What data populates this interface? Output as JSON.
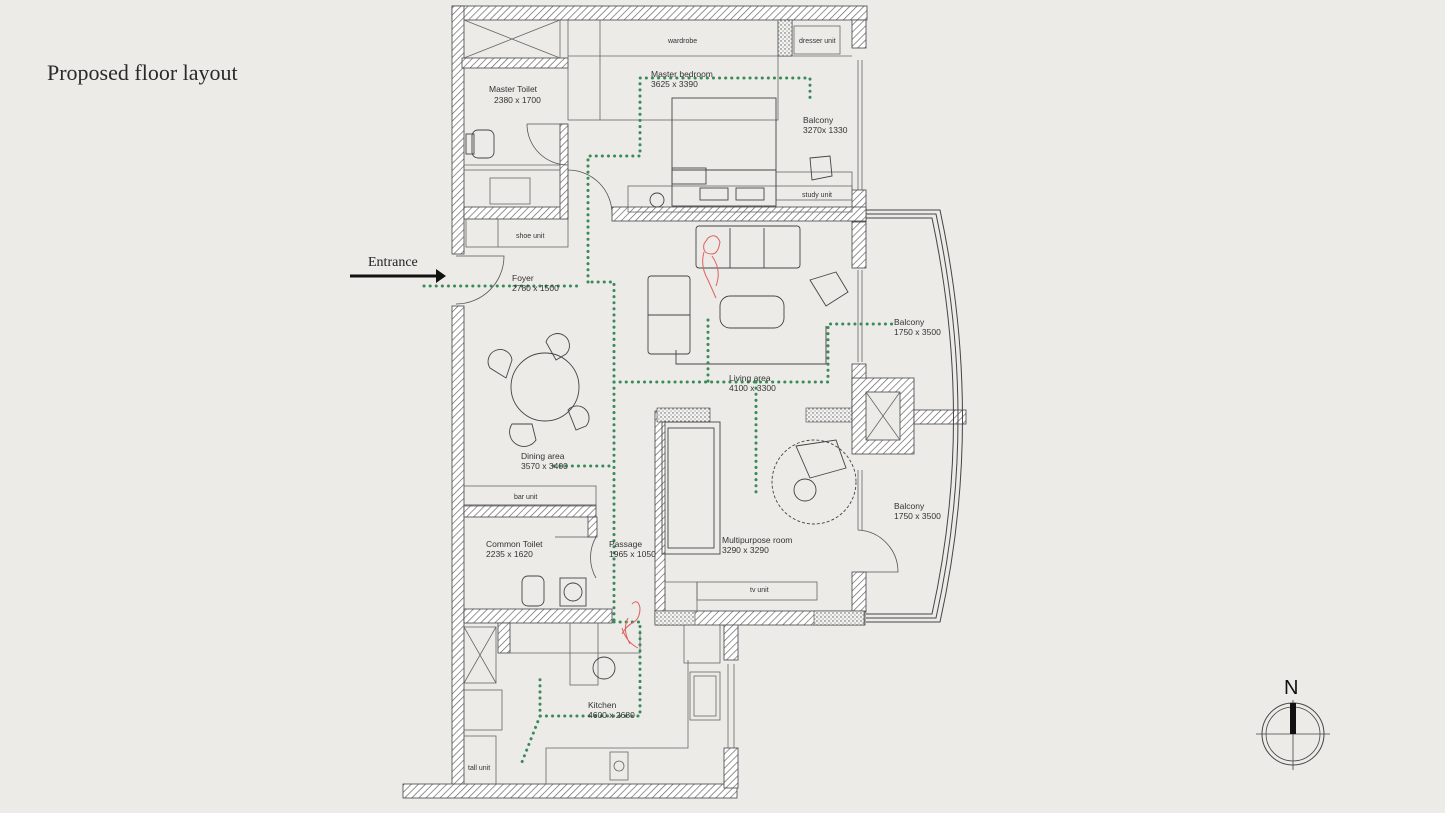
{
  "title": "Proposed floor layout",
  "entrance": "Entrance",
  "compass": "N",
  "rooms": {
    "master_toilet": {
      "name": "Master Toilet",
      "dims": "2380 x 1700"
    },
    "master_bedroom": {
      "name": "Master bedroom",
      "dims": "3625 x 3390"
    },
    "balcony_bedroom": {
      "name": "Balcony",
      "dims": "3270x 1330"
    },
    "foyer": {
      "name": "Foyer",
      "dims": "2780 x 1500"
    },
    "living": {
      "name": "Living area",
      "dims": "4100 x 3300"
    },
    "balcony_east": {
      "name": "Balcony",
      "dims": "1750 x 3500"
    },
    "balcony_southeast": {
      "name": "Balcony",
      "dims": "1750 x 3500"
    },
    "dining": {
      "name": "Dining area",
      "dims": "3570 x 3400"
    },
    "common_toilet": {
      "name": "Common Toilet",
      "dims": "2235 x 1620"
    },
    "passage": {
      "name": "Passage",
      "dims": "1965 x 1050"
    },
    "multipurpose": {
      "name": "Multipurpose room",
      "dims": "3290 x 3290"
    },
    "kitchen": {
      "name": "Kitchen",
      "dims": "4600 x 2680"
    }
  },
  "units": {
    "wardrobe": "wardrobe",
    "dresser": "dresser unit",
    "study": "study unit",
    "shoe": "shoe unit",
    "bar": "bar unit",
    "tv": "tv unit",
    "tall": "tall unit"
  },
  "colors": {
    "wall_hatch": "#555555",
    "circulation": "#3a8a5a",
    "figure": "#e06060"
  }
}
